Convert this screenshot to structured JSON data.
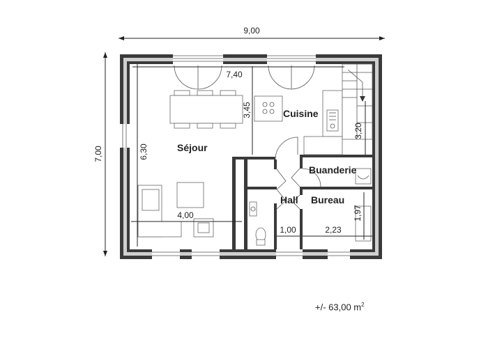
{
  "plan": {
    "rooms": {
      "sejour": "Séjour",
      "cuisine": "Cuisine",
      "buanderie": "Buanderie",
      "hall": "Hall",
      "bureau": "Bureau"
    },
    "dimensions": {
      "total_width": "9,00",
      "total_depth": "7,00",
      "inner_width": "7,40",
      "sejour_depth": "6,30",
      "kitchen_span": "3,45",
      "stair_span": "3,20",
      "sejour_width": "4,00",
      "hall_width": "1,00",
      "bureau_width": "2,23",
      "bureau_depth": "1,97"
    },
    "area": {
      "value": "+/- 63,00 m",
      "unit_exp": "2"
    }
  }
}
